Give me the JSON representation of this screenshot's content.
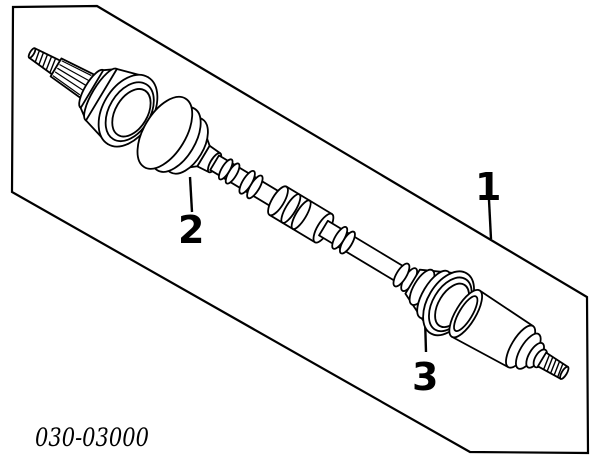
{
  "figure": {
    "part_code": "030-03000",
    "callouts": [
      {
        "number": "1"
      },
      {
        "number": "2"
      },
      {
        "number": "3"
      }
    ]
  },
  "colors": {
    "ink": "#000000",
    "background": "#ffffff"
  }
}
